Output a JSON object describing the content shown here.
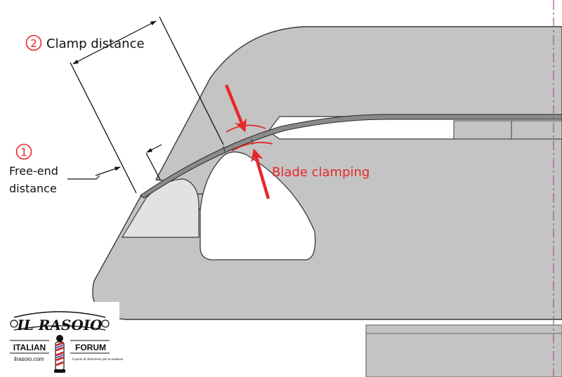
{
  "labels": {
    "clamp_number": "2",
    "clamp_text": "Clamp distance",
    "free_number": "1",
    "free_line1": "Free-end",
    "free_line2": "distance",
    "blade_clamping": "Blade clamping"
  },
  "logo": {
    "title": "IL RASOIO",
    "left": "ITALIAN",
    "right": "FORUM",
    "site": "ilrasoio.com",
    "tagline": "il punto di riferimento per la rasatura"
  },
  "colors": {
    "body": "#c4c4c4",
    "light_part": "#e2e2e2",
    "outline": "#3a3a3a",
    "blade": "#7e7e7e",
    "annotation_red": "#e8272a",
    "dimension": "#111111",
    "centerline": "#9c4f9c"
  }
}
